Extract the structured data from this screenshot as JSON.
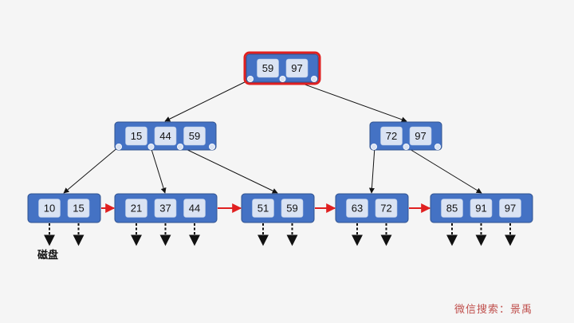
{
  "diagram": {
    "colors": {
      "node_fill": "#4472c4",
      "node_stroke": "#2f528f",
      "key_fill": "#dae3f3",
      "highlight": "#e02020",
      "edge": "#111111",
      "leaf_link": "#e02020",
      "pointer_dot": "#dae3f3"
    },
    "nodes": [
      {
        "id": "root",
        "keys": [
          "59",
          "97"
        ],
        "highlighted": true
      },
      {
        "id": "n-15-44-59",
        "keys": [
          "15",
          "44",
          "59"
        ]
      },
      {
        "id": "n-72-97",
        "keys": [
          "72",
          "97"
        ]
      },
      {
        "id": "leaf-10-15",
        "keys": [
          "10",
          "15"
        ],
        "leaf": true
      },
      {
        "id": "leaf-21-37-44",
        "keys": [
          "21",
          "37",
          "44"
        ],
        "leaf": true
      },
      {
        "id": "leaf-51-59",
        "keys": [
          "51",
          "59"
        ],
        "leaf": true
      },
      {
        "id": "leaf-63-72",
        "keys": [
          "63",
          "72"
        ],
        "leaf": true
      },
      {
        "id": "leaf-85-91-97",
        "keys": [
          "85",
          "91",
          "97"
        ],
        "leaf": true
      }
    ],
    "disk_label": "磁盘",
    "watermark": "微信搜索：景禹"
  }
}
